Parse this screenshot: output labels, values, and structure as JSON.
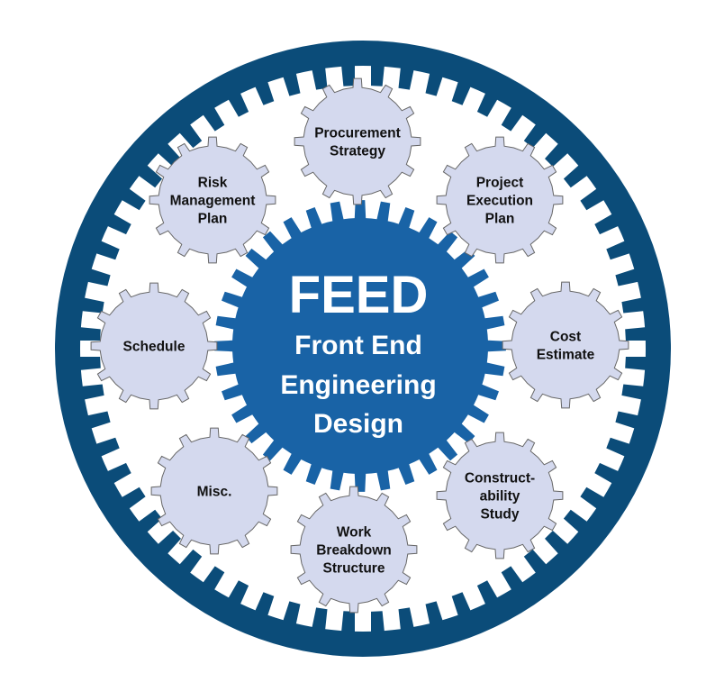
{
  "colors": {
    "outer_ring": "#0b4c79",
    "center_gear": "#1963a6",
    "small_gear_fill": "#d4d9ee",
    "small_gear_stroke": "#666666",
    "background": "#ffffff"
  },
  "center": {
    "title": "FEED",
    "lines": [
      "Front End",
      "Engineering",
      "Design"
    ]
  },
  "gears": [
    {
      "id": "procurement-strategy",
      "lines": [
        "Procurement",
        "Strategy"
      ]
    },
    {
      "id": "project-execution-plan",
      "lines": [
        "Project",
        "Execution",
        "Plan"
      ]
    },
    {
      "id": "cost-estimate",
      "lines": [
        "Cost",
        "Estimate"
      ]
    },
    {
      "id": "constructability-study",
      "lines": [
        "Construct-",
        "ability",
        "Study"
      ]
    },
    {
      "id": "work-breakdown-structure",
      "lines": [
        "Work",
        "Breakdown",
        "Structure"
      ]
    },
    {
      "id": "misc",
      "lines": [
        "Misc."
      ]
    },
    {
      "id": "schedule",
      "lines": [
        "Schedule"
      ]
    },
    {
      "id": "risk-management-plan",
      "lines": [
        "Risk",
        "Management",
        "Plan"
      ]
    }
  ]
}
